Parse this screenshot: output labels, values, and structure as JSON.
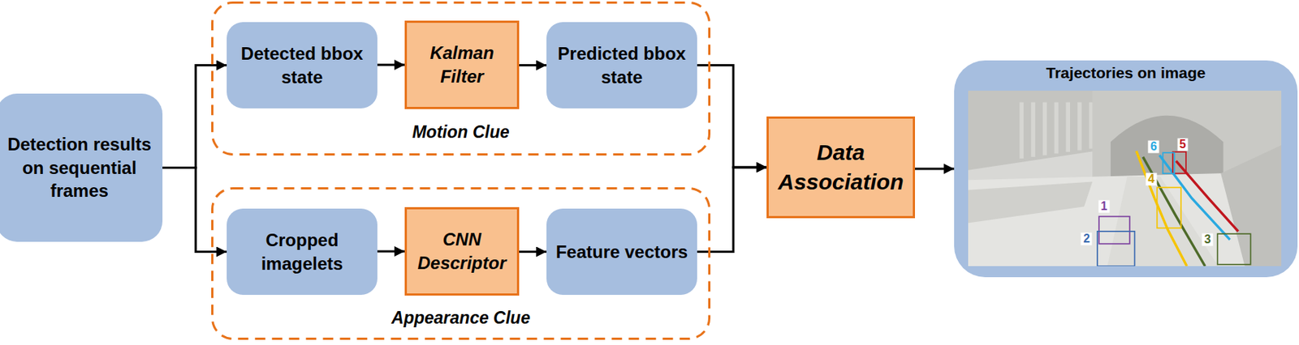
{
  "diagram": {
    "nodes": [
      {
        "text": [
          "Detection results on sequential frames"
        ]
      },
      {
        "text": [
          "Motion Clue"
        ]
      },
      {
        "text": [
          "Detected bbox state"
        ],
        "in": 1
      },
      {
        "text": [
          "Kalman Filter"
        ],
        "in": 1
      },
      {
        "text": [
          "Predicted bbox state"
        ],
        "in": 1
      },
      {
        "text": [
          "Appearance Clue"
        ]
      },
      {
        "text": [
          "Cropped imagelets"
        ],
        "in": 5
      },
      {
        "text": [
          "CNN Descriptor"
        ],
        "in": 5
      },
      {
        "text": [
          "Feature vectors"
        ],
        "in": 5
      },
      {
        "text": [
          "Data Association"
        ]
      },
      {
        "text": [
          "Trajectories on image"
        ]
      }
    ],
    "edges": [
      {
        "from": 0,
        "to": 2,
        "arrow": "to"
      },
      {
        "from": 0,
        "to": 6,
        "arrow": "to"
      },
      {
        "from": 2,
        "to": 3,
        "arrow": "to"
      },
      {
        "from": 3,
        "to": 4,
        "arrow": "to"
      },
      {
        "from": 6,
        "to": 7,
        "arrow": "to"
      },
      {
        "from": 7,
        "to": 8,
        "arrow": "to"
      },
      {
        "from": 4,
        "to": 9,
        "arrow": "to"
      },
      {
        "from": 8,
        "to": 9,
        "arrow": "to"
      },
      {
        "from": 9,
        "to": 10,
        "arrow": "to"
      }
    ],
    "labels": [
      "1",
      "2",
      "3",
      "4",
      "5",
      "6"
    ]
  }
}
